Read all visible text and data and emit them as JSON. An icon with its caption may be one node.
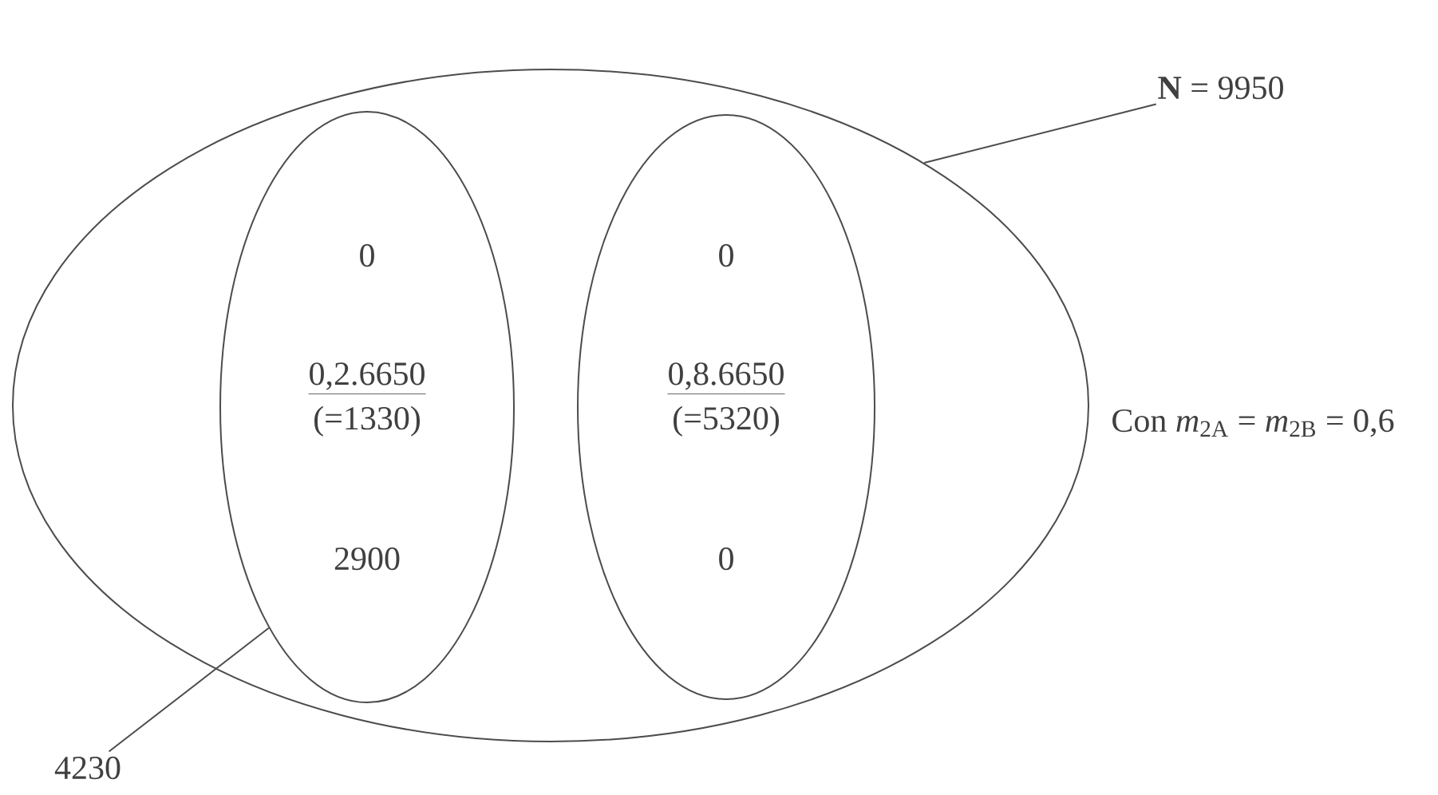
{
  "diagram": {
    "nodes": [
      {
        "text": [],
        "shape": "ellipse"
      },
      {
        "text": [
          "0",
          "0,2.6650",
          "(=1330)",
          "2900"
        ],
        "in": 0
      },
      {
        "text": [
          "0",
          "0,8.6650",
          "(=5320)",
          "0"
        ],
        "in": 0
      },
      {
        "text": [
          "**N** = 9950"
        ]
      },
      {
        "text": [
          "4230"
        ]
      }
    ],
    "edges": [
      {
        "from": 3,
        "to": 0,
        "arrow": "none"
      },
      {
        "from": 4,
        "to": 1,
        "arrow": "none"
      }
    ],
    "labels": [
      "Con *m*$_{2A}$ = *m*$_{2B}$ = 0,6"
    ]
  }
}
